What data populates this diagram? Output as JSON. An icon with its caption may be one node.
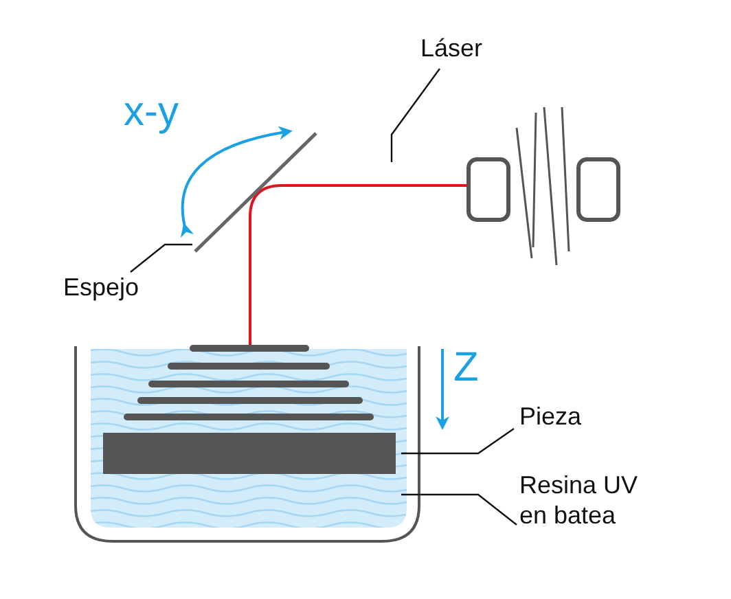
{
  "diagram": {
    "nodes": [
      {
        "text": [
          "Láser"
        ]
      },
      {
        "text": [],
        "shape": "line"
      },
      {
        "text": [
          "Espejo"
        ]
      },
      {
        "text": [],
        "shape": "line"
      },
      {
        "text": [
          "Pieza"
        ]
      },
      {
        "text": [],
        "shape": "box",
        "in": 7
      },
      {
        "text": [
          "Resina UV en batea"
        ]
      },
      {
        "text": [],
        "shape": "box"
      }
    ],
    "edges": [
      {
        "from": 0,
        "to": 1,
        "arrow": "none"
      },
      {
        "from": 2,
        "to": 3,
        "arrow": "none"
      },
      {
        "from": 4,
        "to": 5,
        "arrow": "none"
      },
      {
        "from": 6,
        "to": 7,
        "arrow": "none"
      }
    ],
    "labels": [
      "x-y",
      "Z"
    ]
  }
}
